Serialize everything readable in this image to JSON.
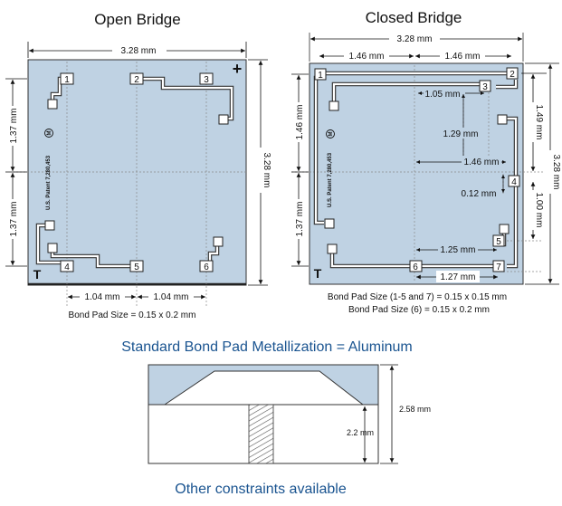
{
  "titles": {
    "open": "Open Bridge",
    "closed": "Closed Bridge",
    "metallization": "Standard Bond Pad Metallization = Aluminum",
    "footer": "Other constraints available"
  },
  "dims": {
    "width": "3.28 mm",
    "height": "3.28 mm",
    "half_h": "1.37 mm",
    "half_w": "1.04 mm",
    "c_146": "1.46 mm",
    "c_149": "1.49 mm",
    "c_105": "1.05 mm",
    "c_129": "1.29 mm",
    "c_012": "0.12 mm",
    "c_100": "1.00 mm",
    "c_125": "1.25 mm",
    "c_127": "1.27 mm",
    "thick": "2.58 mm",
    "via": "2.2 mm"
  },
  "notes": {
    "open_pad": "Bond Pad Size = 0.15 x 0.2 mm",
    "closed_pad1": "Bond Pad Size (1-5 and 7) = 0.15 x 0.15 mm",
    "closed_pad2": "Bond Pad Size (6) = 0.15 x 0.2 mm"
  },
  "patent": "U.S. Patent 7,280,453",
  "patent_mark": "M",
  "pads": [
    "1",
    "2",
    "3",
    "4",
    "5",
    "6",
    "7"
  ],
  "marks": {
    "plus": "+",
    "tee": "T"
  },
  "colors": {
    "die": "#bfd2e3",
    "metal": "#ffffff",
    "title_blue": "#1a5490"
  }
}
